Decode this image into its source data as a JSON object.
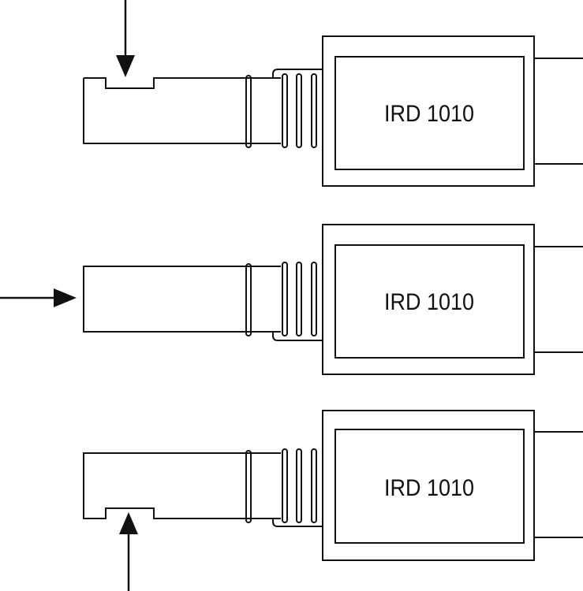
{
  "diagram": {
    "background": "#ffffff",
    "stroke_color": "#111111",
    "units": [
      {
        "label": "IRD 1010",
        "key_slot": "top",
        "arrow": "from-top"
      },
      {
        "label": "IRD 1010",
        "key_slot": "none",
        "arrow": "from-left"
      },
      {
        "label": "IRD 1010",
        "key_slot": "bottom",
        "arrow": "from-bottom"
      }
    ]
  }
}
